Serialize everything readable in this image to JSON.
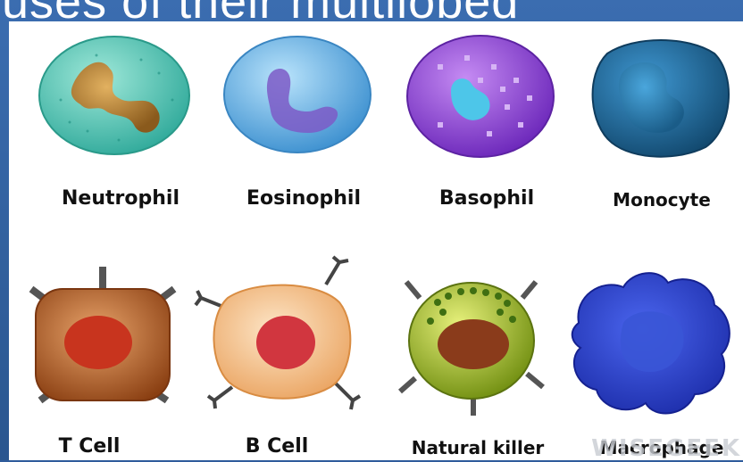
{
  "header": {
    "title_fragment": "uses of their multilobed"
  },
  "cells_row1": [
    {
      "label": "Neutrophil",
      "color": "#5fc7b3"
    },
    {
      "label": "Eosinophil",
      "color": "#4fa3d9"
    },
    {
      "label": "Basophil",
      "color": "#8e3fd6"
    },
    {
      "label": "Monocyte",
      "color": "#2b7bb3"
    }
  ],
  "cells_row2": [
    {
      "label": "T Cell",
      "color": "#c8733d"
    },
    {
      "label": "B Cell",
      "color": "#f3c893"
    },
    {
      "label": "Natural killer",
      "color": "#a8c41c"
    },
    {
      "label": "Macrophage",
      "color": "#2f4ed8"
    }
  ],
  "watermark": "WISEGEEK"
}
